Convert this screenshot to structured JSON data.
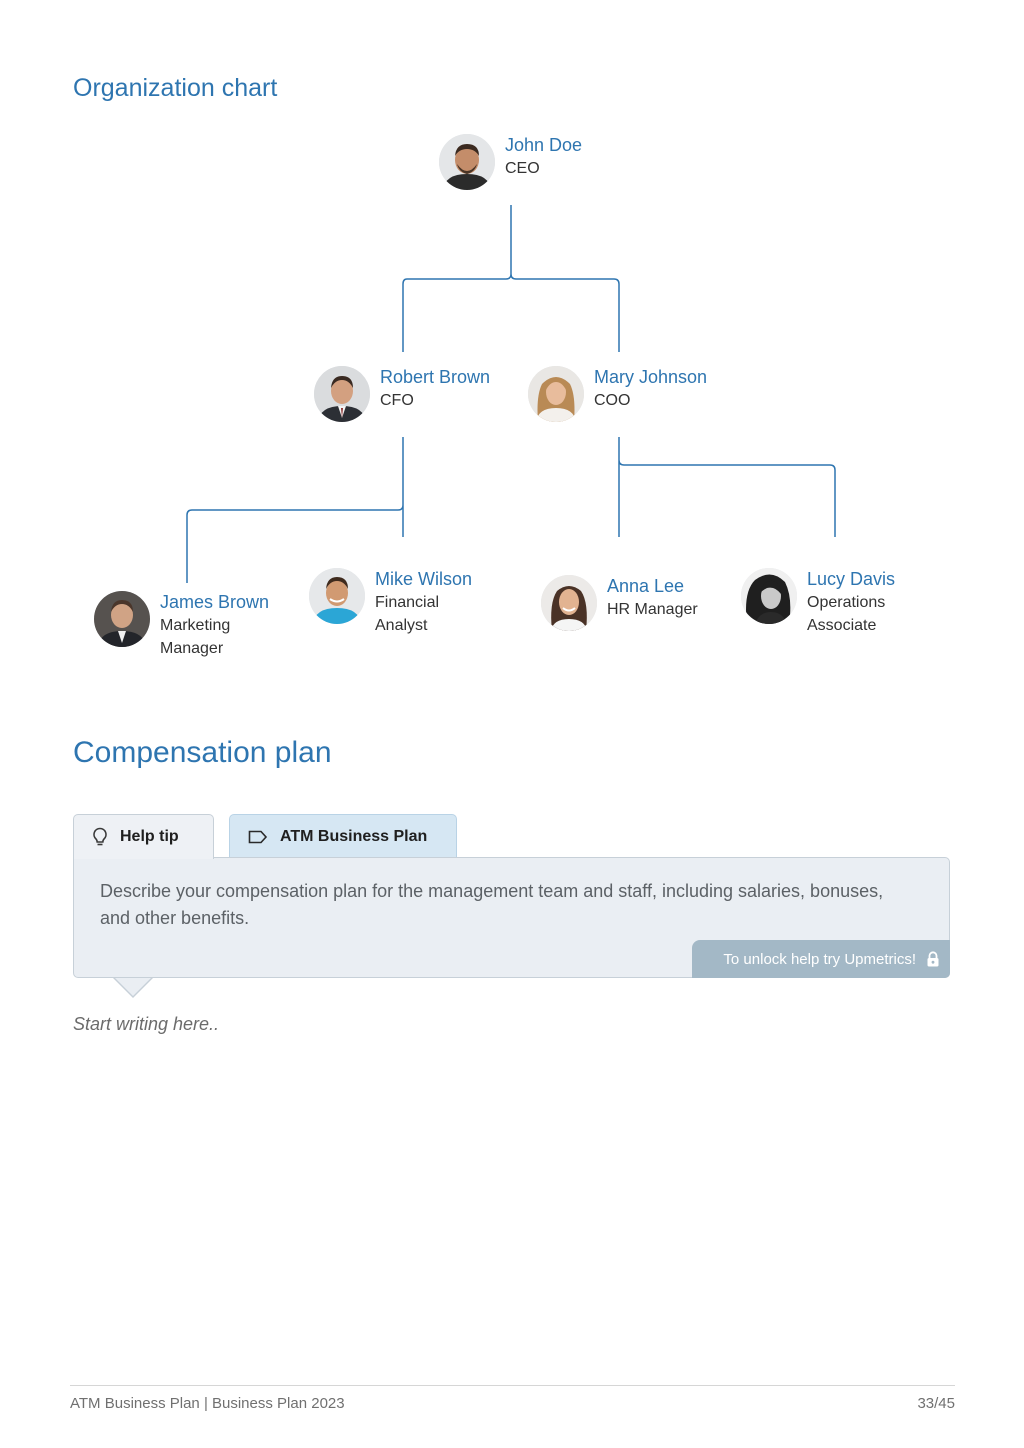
{
  "org_chart": {
    "title": "Organization chart",
    "people": [
      {
        "id": "john",
        "name": "John Doe",
        "role": "CEO",
        "line_color": "#2e75b0"
      },
      {
        "id": "robert",
        "name": "Robert Brown",
        "role": "CFO"
      },
      {
        "id": "mary",
        "name": "Mary Johnson",
        "role": "COO"
      },
      {
        "id": "james",
        "name": "James Brown",
        "role_lines": [
          "Marketing",
          "Manager"
        ]
      },
      {
        "id": "mike",
        "name": "Mike Wilson",
        "role_lines": [
          "Financial",
          "Analyst"
        ]
      },
      {
        "id": "anna",
        "name": "Anna Lee",
        "role": "HR Manager"
      },
      {
        "id": "lucy",
        "name": "Lucy Davis",
        "role_lines": [
          "Operations",
          "Associate"
        ]
      }
    ]
  },
  "compensation": {
    "title": "Compensation plan",
    "tabs": [
      {
        "label": "Help tip",
        "icon": "lightbulb-icon"
      },
      {
        "label": "ATM Business Plan",
        "icon": "tag-icon"
      }
    ],
    "tip_text": "Describe your compensation plan for the management team and staff, including salaries, bonuses, and other benefits.",
    "unlock_label": "To unlock help try Upmetrics!",
    "unlock_icon": "lock-icon",
    "placeholder": "Start writing here.."
  },
  "footer": {
    "left": "ATM Business Plan | Business Plan 2023",
    "right": "33/45"
  },
  "colors": {
    "accent": "#2e75b0",
    "tip_background": "#eaeef3",
    "active_tab": "#d6e7f3",
    "unlock_background": "#a3b8c6"
  }
}
